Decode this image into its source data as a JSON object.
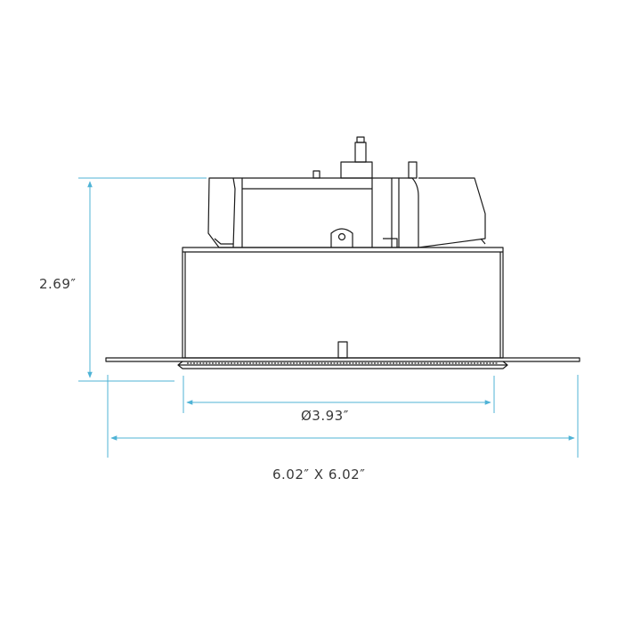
{
  "colors": {
    "outline": "#1a1a1a",
    "dimension": "#4fb3d6",
    "text": "#3a3a3a",
    "background": "#ffffff"
  },
  "dimensions": {
    "height": "2.69″",
    "trim_diameter": "Ø3.93″",
    "outer_size": "6.02″ X 6.02″"
  }
}
